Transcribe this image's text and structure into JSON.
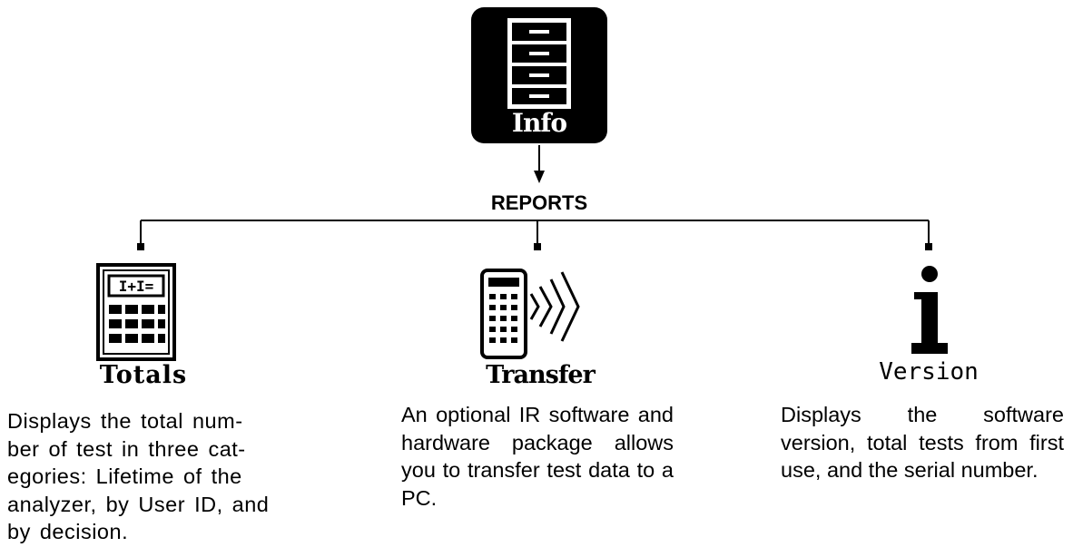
{
  "root": {
    "icon_label": "Info"
  },
  "menu_title": "REPORTS",
  "nodes": [
    {
      "label": "Totals",
      "description": "Displays the total num- ber of test in three cat- egories: Lifetime of the analyzer, by User ID, and by decision."
    },
    {
      "label": "Transfer",
      "description": "An optional IR software and hardware package allows you to transfer test data to a PC."
    },
    {
      "label": "Version",
      "description": "Displays the software version, total tests from first use, and the serial number."
    }
  ],
  "calculator_display": "I+I="
}
